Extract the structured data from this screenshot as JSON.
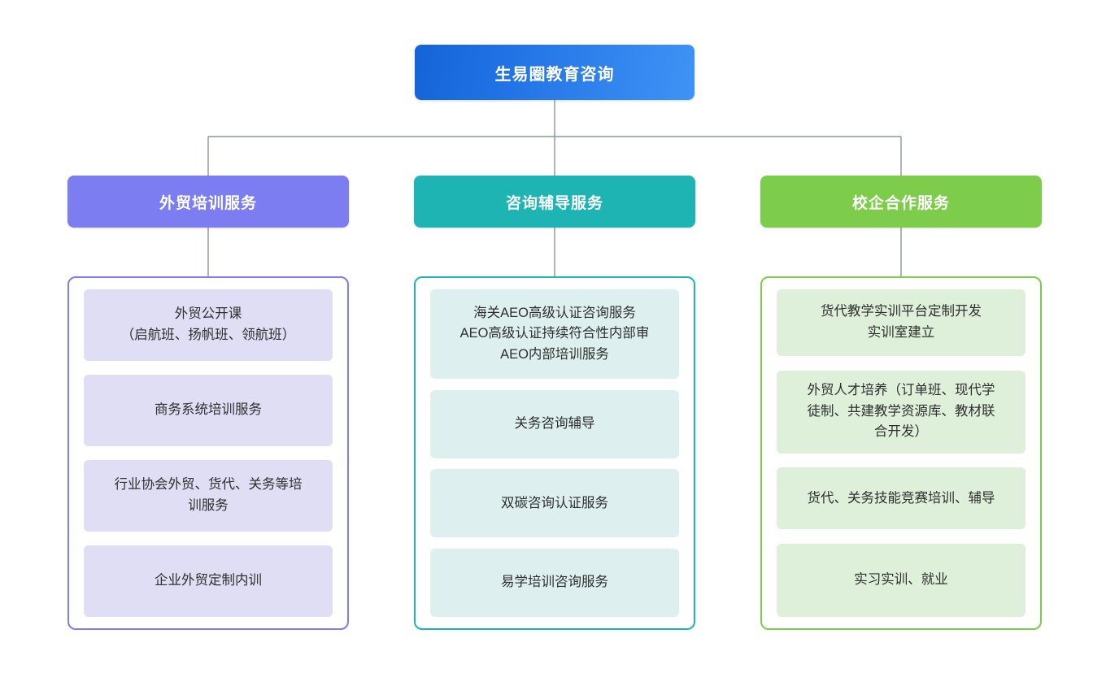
{
  "diagram": {
    "type": "org-chart",
    "root": {
      "label": "生易圈教育咨询",
      "color": "#1d6fe0"
    },
    "connector_color": "#8a93a0",
    "branches": [
      {
        "label": "外贸培训服务",
        "header_color": "#7b7df0",
        "box_border_color": "#7b7df0",
        "item_fill_color": "#e0def4",
        "items": [
          {
            "lines": [
              "外贸公开课",
              "（启航班、扬帆班、领航班）"
            ]
          },
          {
            "lines": [
              "商务系统培训服务"
            ]
          },
          {
            "lines": [
              "行业协会外贸、货代、关务等培",
              "训服务"
            ]
          },
          {
            "lines": [
              "企业外贸定制内训"
            ]
          }
        ]
      },
      {
        "label": "咨询辅导服务",
        "header_color": "#1eb4b4",
        "box_border_color": "#1eb4b4",
        "item_fill_color": "#ddf0ef",
        "items": [
          {
            "lines": [
              "海关AEO高级认证咨询服务",
              "AEO高级认证持续符合性内部审",
              "AEO内部培训服务"
            ]
          },
          {
            "lines": [
              "关务咨询辅导"
            ]
          },
          {
            "lines": [
              "双碳咨询认证服务"
            ]
          },
          {
            "lines": [
              "易学培训咨询服务"
            ]
          }
        ]
      },
      {
        "label": "校企合作服务",
        "header_color": "#7dcc4b",
        "box_border_color": "#7dcc4b",
        "item_fill_color": "#dff0da",
        "items": [
          {
            "lines": [
              "货代教学实训平台定制开发",
              "实训室建立"
            ]
          },
          {
            "lines": [
              "外贸人才培养（订单班、现代学",
              "徒制、共建教学资源库、教材联",
              "合开发）"
            ]
          },
          {
            "lines": [
              "货代、关务技能竞赛培训、辅导"
            ]
          },
          {
            "lines": [
              "实习实训、就业"
            ]
          }
        ]
      }
    ]
  }
}
